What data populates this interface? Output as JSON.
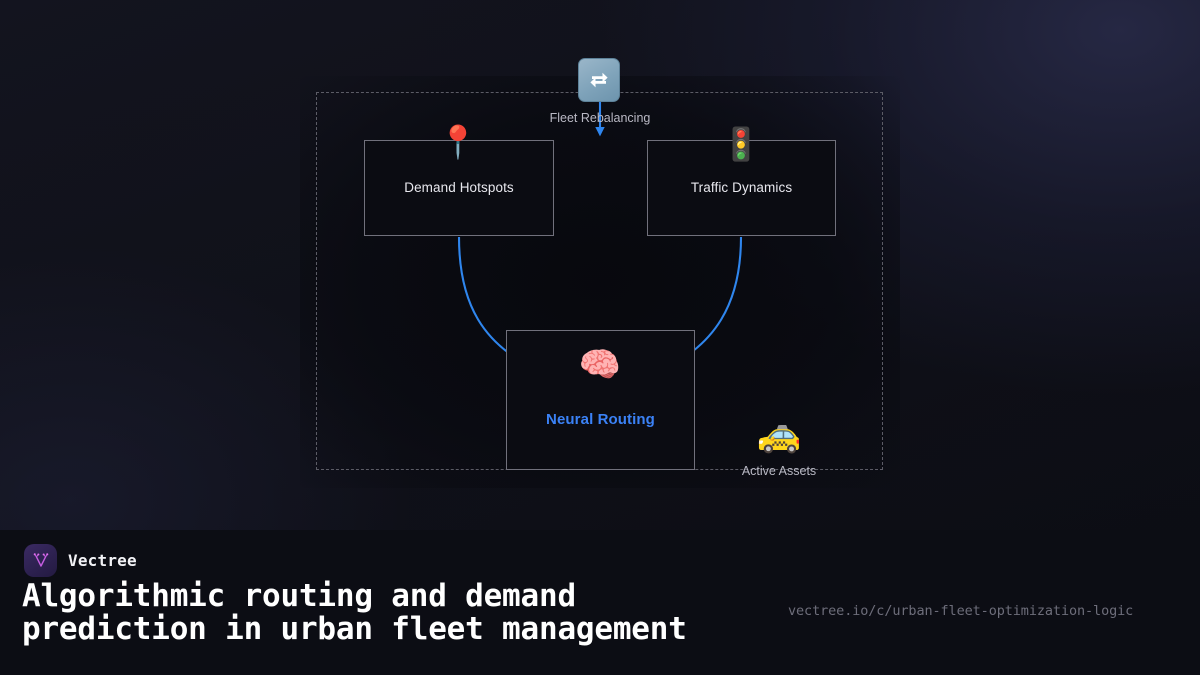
{
  "diagram": {
    "cluster_label": "",
    "nodes": [
      {
        "id": "demand",
        "label": "Demand Hotspots",
        "icon": "map-pin-icon",
        "icon_glyph": "📍"
      },
      {
        "id": "traffic",
        "label": "Traffic Dynamics",
        "icon": "traffic-light-icon",
        "icon_glyph": "🚦"
      },
      {
        "id": "neural",
        "label": "Neural Routing",
        "icon": "brain-icon",
        "icon_glyph": "🧠"
      }
    ],
    "captions": [
      {
        "id": "fleet",
        "label": "Fleet Rebalancing",
        "icon": "swap-arrows-icon",
        "icon_glyph": "🔄"
      },
      {
        "id": "assets",
        "label": "Active Assets",
        "icon": "taxi-icon",
        "icon_glyph": "🚕"
      }
    ],
    "edges": [
      {
        "from": "fleet",
        "to": "cluster",
        "style": "straight-arrow"
      },
      {
        "from": "demand",
        "to": "neural",
        "style": "curved-arrow"
      },
      {
        "from": "traffic",
        "to": "neural",
        "style": "curved-arrow"
      }
    ],
    "colors": {
      "accent": "#3b82f6",
      "edge": "#2f86ee",
      "node_border": "#71717c",
      "cluster_border": "#5c5c66",
      "caption_text": "#b9b9c4",
      "node_text": "#e8e8ee"
    }
  },
  "footer": {
    "brand_name": "Vectree",
    "brand_logo_icon": "vectree-logo-icon",
    "title_line_1": "Algorithmic routing and demand",
    "title_line_2": "prediction in urban fleet management",
    "url": "vectree.io/c/urban-fleet-optimization-logic"
  }
}
